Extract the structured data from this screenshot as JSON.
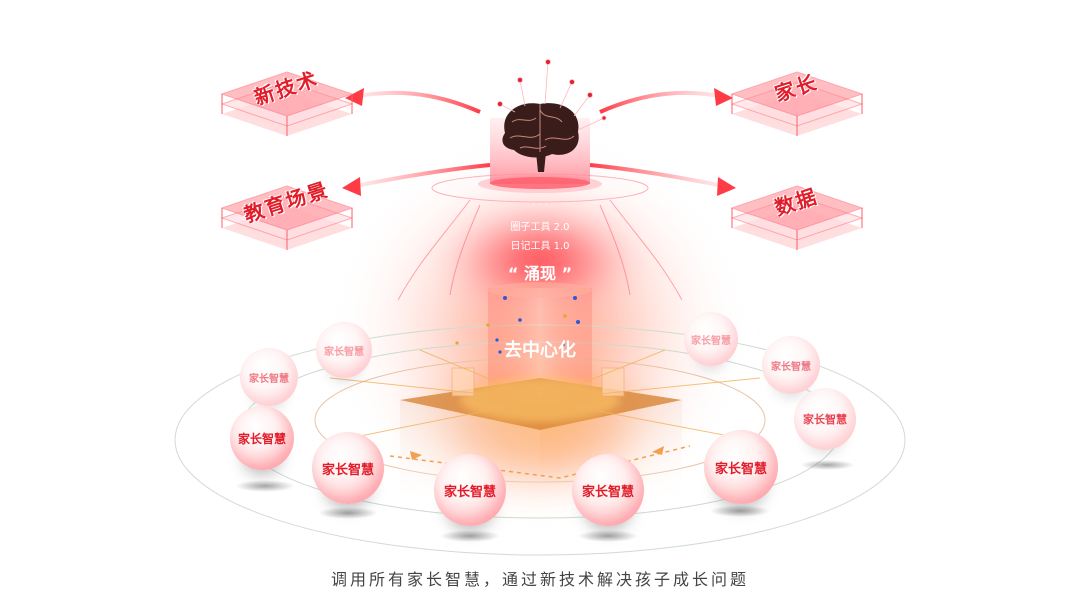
{
  "colors": {
    "accent": "#e21d2a",
    "glow": "#ff5a4f",
    "panel": "#ff8a92",
    "brain": "#3a1c1a",
    "caption": "#444444"
  },
  "panels": {
    "top_left": "新技术",
    "bottom_left": "教育场景",
    "top_right": "家长",
    "bottom_right": "数据"
  },
  "center": {
    "dots": "· · ·",
    "tool_line_1": "圈子工具 2.0",
    "tool_line_2": "日记工具 1.0",
    "emergence": "“ 涌现 ”",
    "decentralize": "去中心化"
  },
  "spheres": [
    {
      "label": "家长智慧",
      "style": "faded"
    },
    {
      "label": "家长智慧",
      "style": "faded"
    },
    {
      "label": "家长智慧",
      "style": "solid"
    },
    {
      "label": "家长智慧",
      "style": "solid"
    },
    {
      "label": "家长智慧",
      "style": "solid"
    },
    {
      "label": "家长智慧",
      "style": "solid"
    },
    {
      "label": "家长智慧",
      "style": "solid"
    },
    {
      "label": "家长智慧",
      "style": "faded"
    },
    {
      "label": "家长智慧",
      "style": "faded"
    },
    {
      "label": "家长智慧",
      "style": "faded"
    }
  ],
  "icons": {
    "brain": "brain-icon",
    "arrow": "arrow-icon",
    "platform": "platform-icon"
  },
  "caption": "调用所有家长智慧，通过新技术解决孩子成长问题"
}
